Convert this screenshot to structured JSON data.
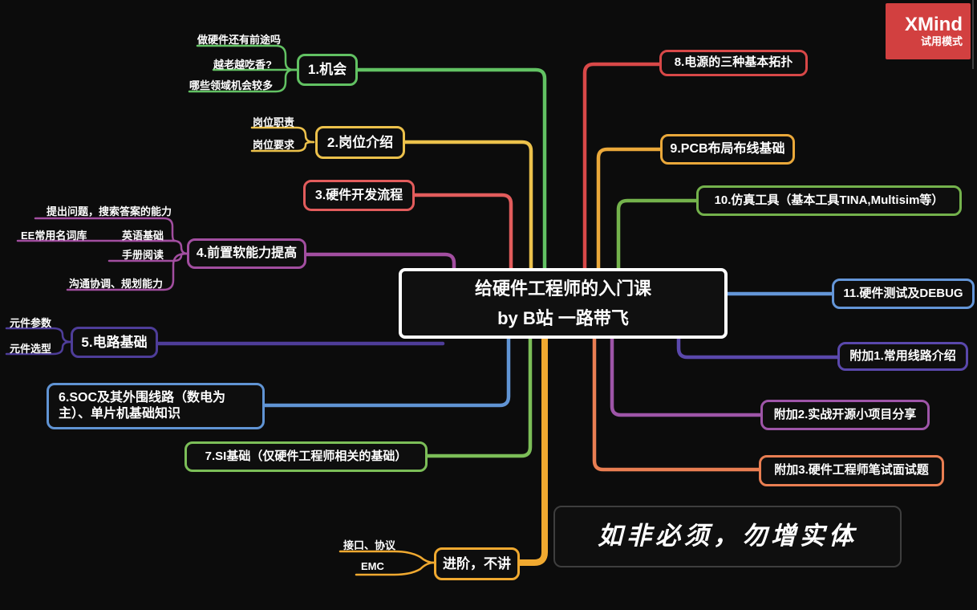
{
  "badge": {
    "title": "XMind",
    "subtitle": "试用模式"
  },
  "center": {
    "title_line1": "给硬件工程师的入门课",
    "title_line2": "by B站 一路带飞"
  },
  "quote": {
    "text": "如非必须，勿增实体"
  },
  "colors": {
    "b1_green": "#62c263",
    "b2_yellow": "#ecc14b",
    "b3_red": "#e25c5c",
    "b4_purple": "#a24ea0",
    "b5_indigo": "#4e3d99",
    "b6_blue": "#6094d4",
    "b7_green": "#7cbe58",
    "adv_yellow": "#f0a930",
    "b8_red": "#d84848",
    "b9_yellow": "#eaa83a",
    "b10_green": "#74b24c",
    "b11_blue": "#6496d8",
    "a1_indigo": "#5a48ac",
    "a2_purple": "#9e55a8",
    "a3_orange": "#e97e52",
    "center_border": "#ffffff",
    "badge_bg": "#d24040",
    "background": "#0c0c0c"
  },
  "branches": {
    "b1": {
      "label": "1.机会",
      "children": [
        "做硬件还有前途吗",
        "越老越吃香?",
        "哪些领域机会较多"
      ]
    },
    "b2": {
      "label": "2.岗位介绍",
      "children": [
        "岗位职责",
        "岗位要求"
      ]
    },
    "b3": {
      "label": "3.硬件开发流程"
    },
    "b4": {
      "label": "4.前置软能力提高",
      "children": {
        "english": {
          "label": "英语基础",
          "children": [
            "提出问题，搜索答案的能力",
            "EE常用名词库"
          ]
        },
        "manual_reading": "手册阅读",
        "communication": "沟通协调、规划能力"
      }
    },
    "b5": {
      "label": "5.电路基础",
      "children": [
        "元件参数",
        "元件选型"
      ]
    },
    "b6": {
      "label": "6.SOC及其外围线路（数电为主）、单片机基础知识"
    },
    "b7": {
      "label": "7.SI基础（仅硬件工程师相关的基础）"
    },
    "adv": {
      "label": "进阶，不讲",
      "children": [
        "接口、协议",
        "EMC"
      ]
    },
    "b8": {
      "label": "8.电源的三种基本拓扑"
    },
    "b9": {
      "label": "9.PCB布局布线基础"
    },
    "b10": {
      "label": "10.仿真工具（基本工具TINA,Multisim等）"
    },
    "b11": {
      "label": "11.硬件测试及DEBUG"
    },
    "a1": {
      "label": "附加1.常用线路介绍"
    },
    "a2": {
      "label": "附加2.实战开源小项目分享"
    },
    "a3": {
      "label": "附加3.硬件工程师笔试面试题"
    }
  }
}
